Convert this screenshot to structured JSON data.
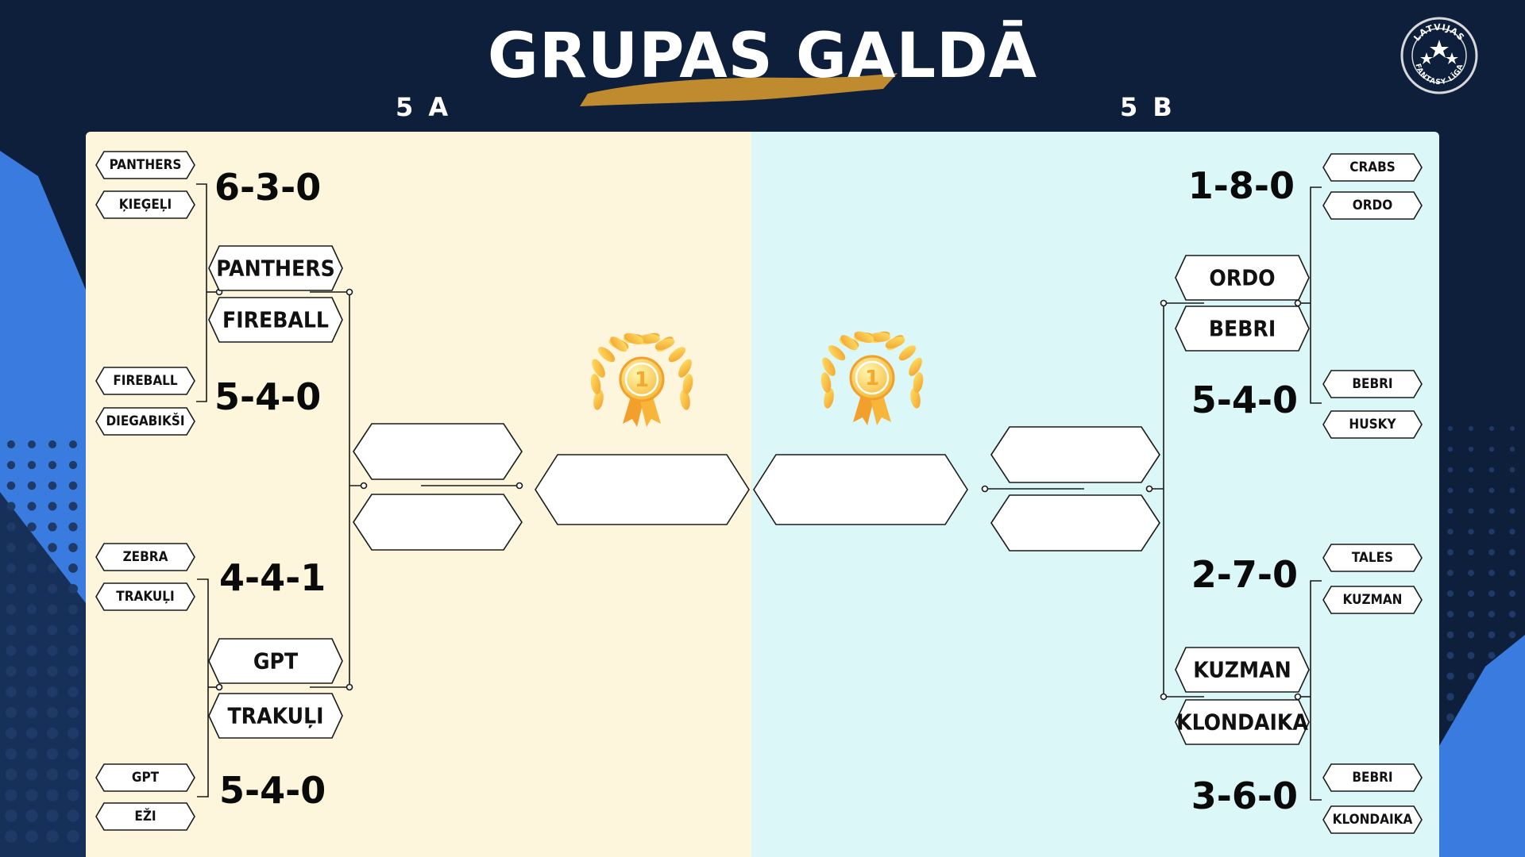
{
  "title": "GRUPAS GALDĀ",
  "group_a": {
    "label": "5 A"
  },
  "group_b": {
    "label": "5 B"
  },
  "logo": {
    "top_text": "LATVIJAS",
    "bottom_text": "FANTASY LĪGA"
  },
  "colors": {
    "background": "#0e1f3c",
    "accent_blue": "#3a7be0",
    "brush": "#c08a2e",
    "panel_a": "#fdf6dc",
    "panel_b": "#dcf7f8"
  },
  "bracket": {
    "a": {
      "matches": [
        {
          "team1": "PANTHERS",
          "team2": "ĶIEĢEĻI",
          "score": "6-3-0"
        },
        {
          "team1": "FIREBALL",
          "team2": "DIEGABIKŠI",
          "score": "5-4-0"
        },
        {
          "team1": "ZEBRA",
          "team2": "TRAKUĻI",
          "score": "4-4-1"
        },
        {
          "team1": "GPT",
          "team2": "EŽI",
          "score": "5-4-0"
        }
      ],
      "semis": [
        {
          "team1": "PANTHERS",
          "team2": "FIREBALL"
        },
        {
          "team1": "GPT",
          "team2": "TRAKUĻI"
        }
      ],
      "final": {
        "team1": "",
        "team2": ""
      },
      "winner": ""
    },
    "b": {
      "matches": [
        {
          "team1": "CRABS",
          "team2": "ORDO",
          "score": "1-8-0"
        },
        {
          "team1": "BEBRI",
          "team2": "HUSKY",
          "score": "5-4-0"
        },
        {
          "team1": "TALES",
          "team2": "KUZMAN",
          "score": "2-7-0"
        },
        {
          "team1": "BEBRI",
          "team2": "KLONDAIKA",
          "score": "3-6-0"
        }
      ],
      "semis": [
        {
          "team1": "ORDO",
          "team2": "BEBRI"
        },
        {
          "team1": "KUZMAN",
          "team2": "KLONDAIKA"
        }
      ],
      "final": {
        "team1": "",
        "team2": ""
      },
      "winner": ""
    },
    "medal_number": "1"
  }
}
